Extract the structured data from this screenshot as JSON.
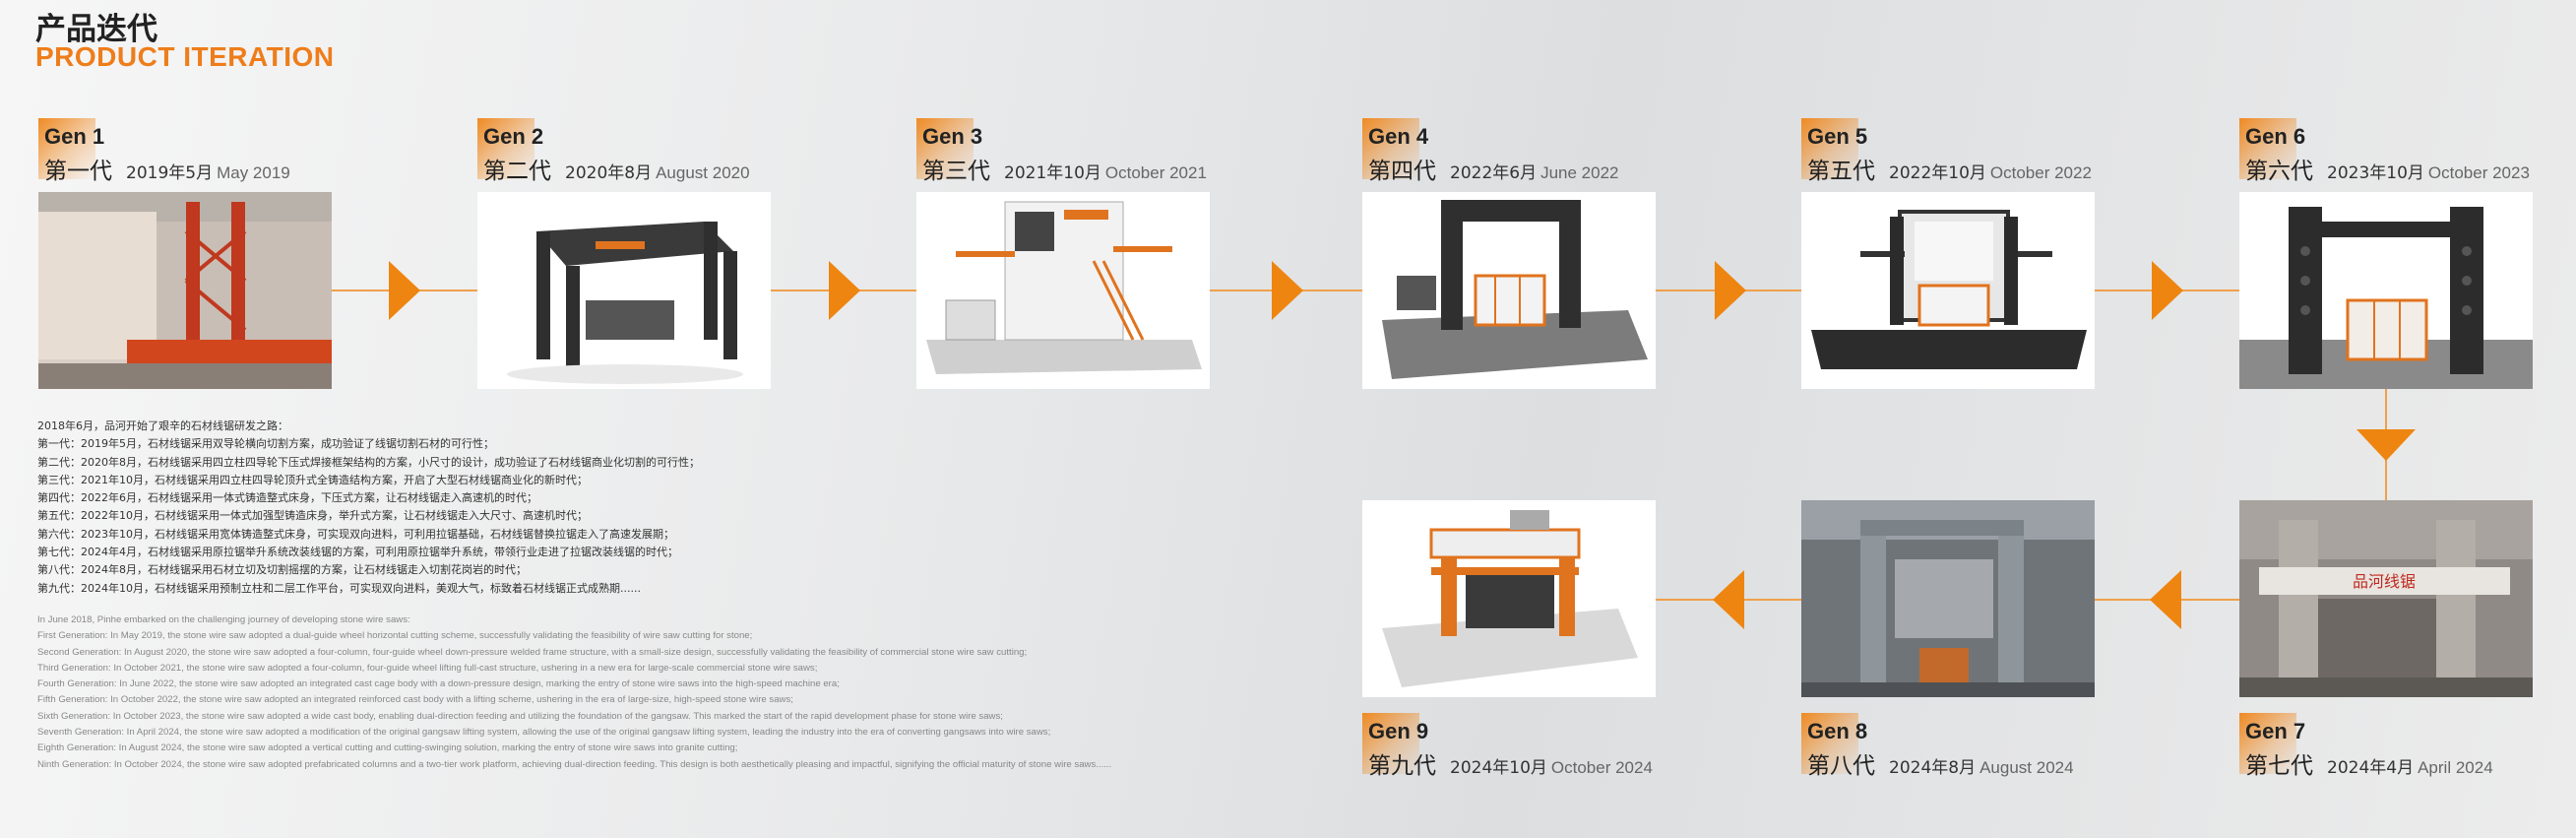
{
  "title_cn": "产品迭代",
  "title_en": "PRODUCT ITERATION",
  "gens": [
    {
      "code": "Gen 1",
      "cn": "第一代",
      "date_cn": "2019年5月",
      "date_en": "May 2019"
    },
    {
      "code": "Gen 2",
      "cn": "第二代",
      "date_cn": "2020年8月",
      "date_en": "August 2020"
    },
    {
      "code": "Gen 3",
      "cn": "第三代",
      "date_cn": "2021年10月",
      "date_en": "October 2021"
    },
    {
      "code": "Gen 4",
      "cn": "第四代",
      "date_cn": "2022年6月",
      "date_en": "June 2022"
    },
    {
      "code": "Gen 5",
      "cn": "第五代",
      "date_cn": "2022年10月",
      "date_en": "October 2022"
    },
    {
      "code": "Gen 6",
      "cn": "第六代",
      "date_cn": "2023年10月",
      "date_en": "October 2023"
    },
    {
      "code": "Gen 7",
      "cn": "第七代",
      "date_cn": "2024年4月",
      "date_en": "April 2024"
    },
    {
      "code": "Gen 8",
      "cn": "第八代",
      "date_cn": "2024年8月",
      "date_en": "August 2024"
    },
    {
      "code": "Gen 9",
      "cn": "第九代",
      "date_cn": "2024年10月",
      "date_en": "October 2024"
    }
  ],
  "gen7_banner": "品河线锯",
  "description_cn": [
    "2018年6月，品河开始了艰辛的石材线锯研发之路：",
    "第一代：2019年5月，石材线锯采用双导轮横向切割方案，成功验证了线锯切割石材的可行性；",
    "第二代：2020年8月，石材线锯采用四立柱四导轮下压式焊接框架结构的方案，小尺寸的设计，成功验证了石材线锯商业化切割的可行性；",
    "第三代：2021年10月，石材线锯采用四立柱四导轮顶升式全铸造结构方案，开启了大型石材线锯商业化的新时代；",
    "第四代：2022年6月，石材线锯采用一体式铸造整式床身，下压式方案，让石材线锯走入高速机的时代；",
    "第五代：2022年10月，石材线锯采用一体式加强型铸造床身，举升式方案，让石材线锯走入大尺寸、高速机时代；",
    "第六代：2023年10月，石材线锯采用宽体铸造整式床身，可实现双向进料，可利用拉锯基础，石材线锯替换拉锯走入了高速发展期；",
    "第七代：2024年4月，石材线锯采用原拉锯举升系统改装线锯的方案，可利用原拉锯举升系统，带领行业走进了拉锯改装线锯的时代；",
    "第八代：2024年8月，石材线锯采用石材立切及切割摇摆的方案，让石材线锯走入切割花岗岩的时代；",
    "第九代：2024年10月，石材线锯采用预制立柱和二层工作平台，可实现双向进料，美观大气，标致着石材线锯正式成熟期......"
  ],
  "description_en": [
    "In June 2018, Pinhe embarked on the challenging journey of developing stone wire saws:",
    "First Generation: In May 2019, the stone wire saw adopted a dual-guide wheel horizontal cutting scheme, successfully validating the feasibility of wire saw cutting for stone;",
    "Second Generation: In August 2020, the stone wire saw adopted a four-column, four-guide wheel down-pressure welded frame structure, with a small-size design, successfully validating the feasibility of commercial stone wire saw cutting;",
    "Third Generation: In October 2021, the stone wire saw adopted a four-column, four-guide wheel lifting full-cast structure, ushering in a new era for large-scale commercial stone wire saws;",
    "Fourth Generation: In June 2022, the stone wire saw adopted an integrated cast cage body with a down-pressure design, marking the entry of stone wire saws into the high-speed machine era;",
    "Fifth Generation: In October 2022, the stone wire saw adopted an integrated reinforced cast body with a lifting scheme, ushering in the era of large-size, high-speed stone wire saws;",
    "Sixth Generation: In October 2023, the stone wire saw adopted a wide cast body, enabling dual-direction feeding and utilizing the foundation of the gangsaw. This marked the start of the rapid development phase for stone wire saws;",
    "Seventh Generation: In April 2024, the stone wire saw adopted a modification of the original gangsaw lifting system, allowing the use of the original gangsaw lifting system, leading the industry into the era of converting gangsaws into wire saws;",
    "Eighth Generation: In August 2024, the stone wire saw adopted a vertical cutting and cutting-swinging solution, marking the entry of stone wire saws into granite cutting;",
    "Ninth Generation: In October 2024, the stone wire saw adopted prefabricated columns and a two-tier work platform, achieving dual-direction feeding. This design is both aesthetically pleasing and impactful, signifying the official maturity of stone wire saws......"
  ]
}
